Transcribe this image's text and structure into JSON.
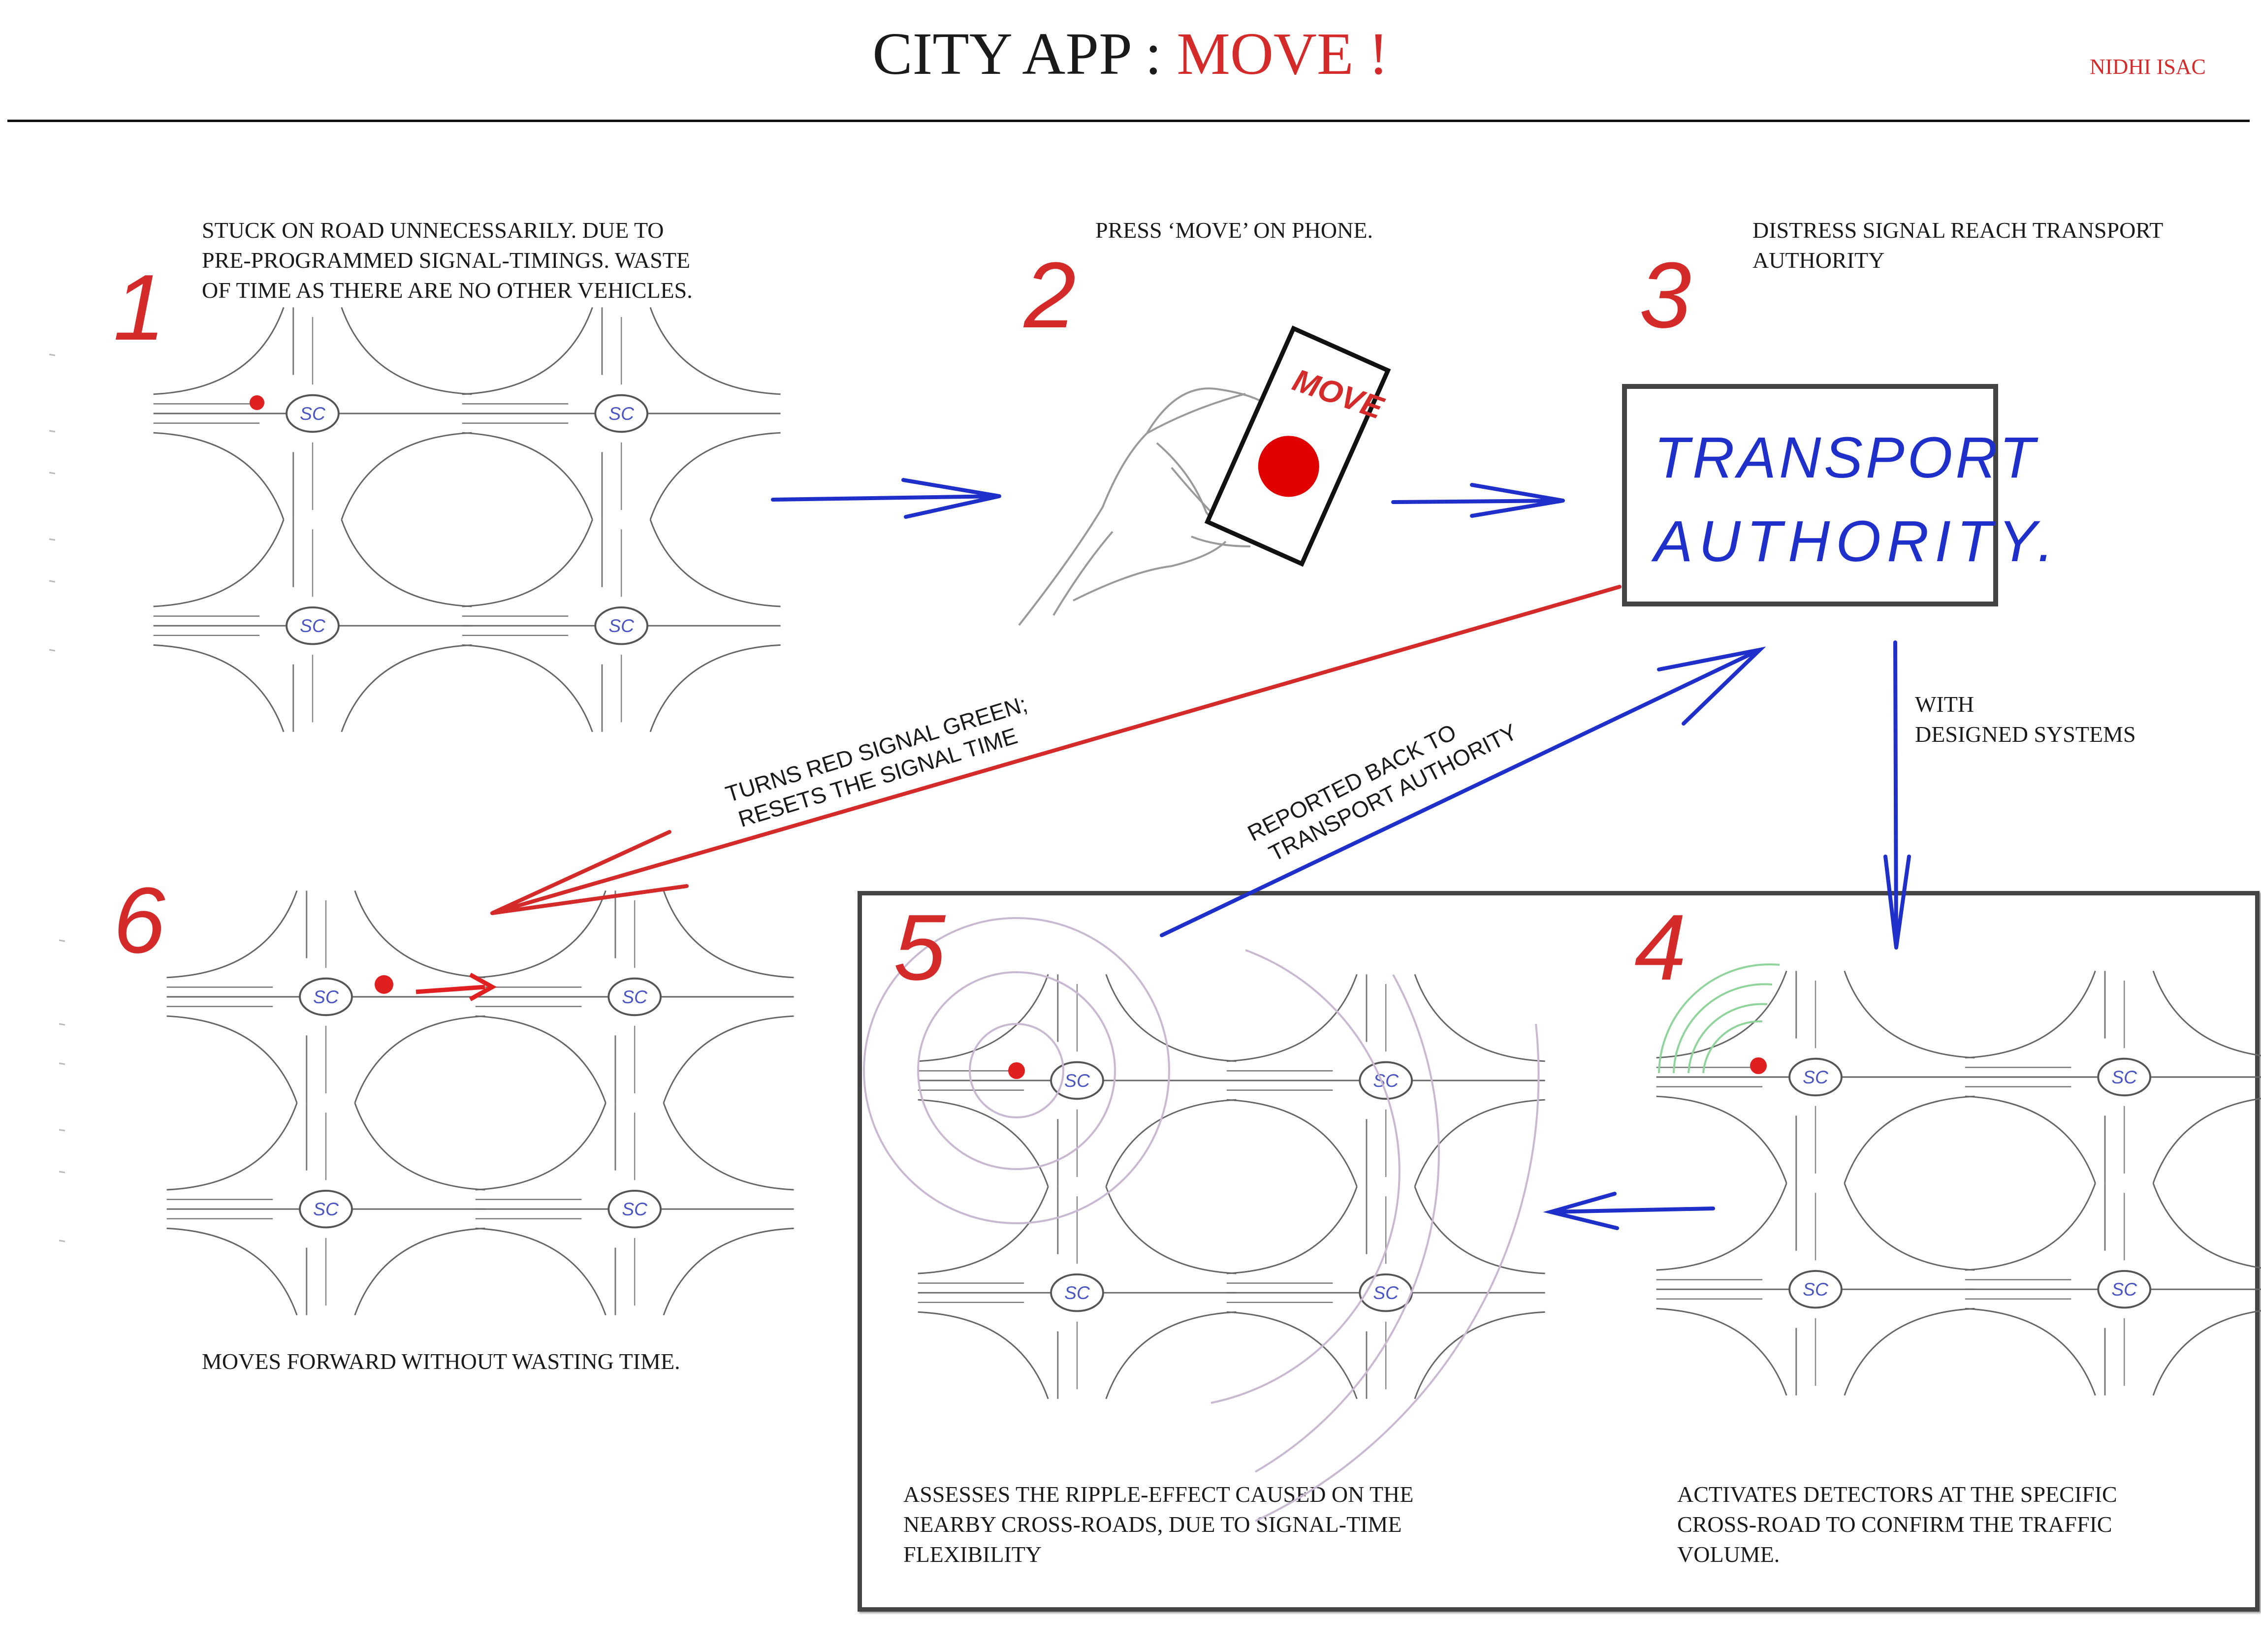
{
  "header": {
    "title_prefix": "CITY APP :",
    "title_accent": "MOVE !",
    "author": "NIDHI ISAC"
  },
  "colors": {
    "accent_red": "#d42a2a",
    "arrow_blue": "#1f2fc9",
    "signal_controller_text": "#4a55c4",
    "road": "#555555",
    "ripple": "#c9b8d2",
    "detector_green": "#8fd49a"
  },
  "steps": [
    {
      "number": "1",
      "caption": "STUCK ON ROAD UNNECESSARILY. DUE TO\nPRE-PROGRAMMED SIGNAL-TIMINGS. WASTE\nOF TIME AS THERE ARE NO OTHER VEHICLES."
    },
    {
      "number": "2",
      "caption": "PRESS ‘MOVE’ ON PHONE."
    },
    {
      "number": "3",
      "caption": "DISTRESS SIGNAL REACH TRANSPORT\nAUTHORITY"
    },
    {
      "number": "4",
      "caption": "ACTIVATES DETECTORS AT THE SPECIFIC\nCROSS-ROAD TO CONFIRM THE TRAFFIC\nVOLUME."
    },
    {
      "number": "5",
      "caption": "ASSESSES THE RIPPLE-EFFECT CAUSED ON THE\nNEARBY CROSS-ROADS, DUE TO SIGNAL-TIME\nFLEXIBILITY"
    },
    {
      "number": "6",
      "caption": "MOVES FORWARD WITHOUT WASTING TIME."
    }
  ],
  "phone": {
    "label": "MOVE"
  },
  "authority_box": {
    "line1": "TRANSPORT",
    "line2": "AUTHORITY."
  },
  "arrow_labels": {
    "with_systems": "WITH\nDESIGNED SYSTEMS",
    "turns_green_1": "TURNS RED SIGNAL GREEN;",
    "turns_green_2": "RESETS THE SIGNAL TIME",
    "reported_1": "REPORTED BACK TO",
    "reported_2": "TRANSPORT AUTHORITY"
  },
  "signal_controller_label": "SC"
}
